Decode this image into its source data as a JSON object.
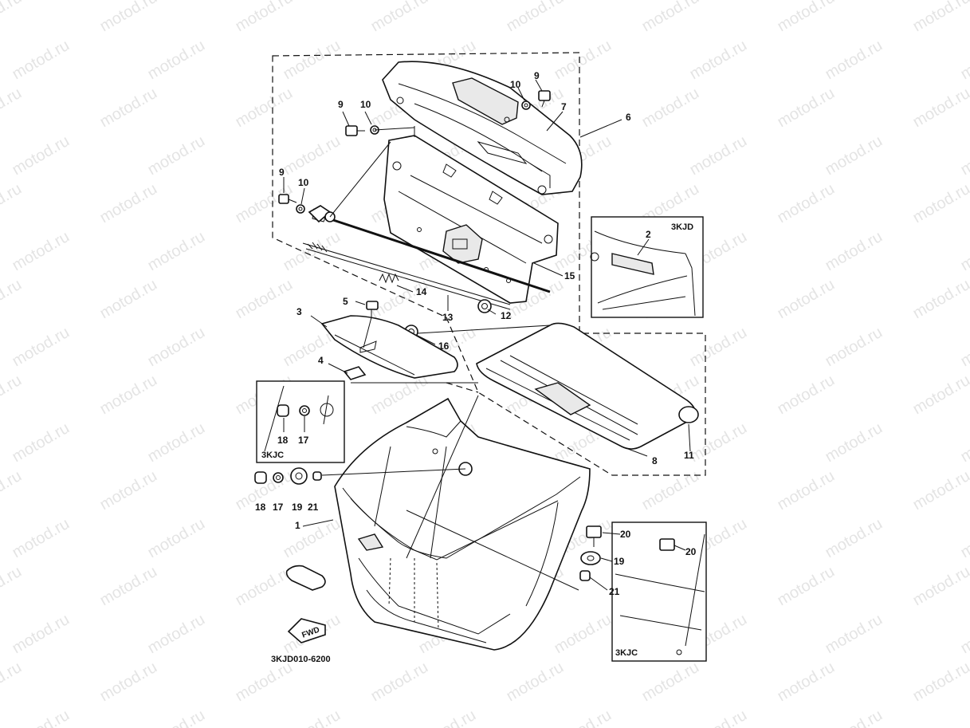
{
  "watermark": "motod.ru",
  "diagram_code": "3KJD010-6200",
  "direction_label": "FWD",
  "variants": {
    "kjd": "3KJD",
    "kjc_left": "3KJC",
    "kjc_right": "3KJC"
  },
  "callouts": [
    "1",
    "2",
    "3",
    "4",
    "5",
    "6",
    "7",
    "8",
    "9",
    "10",
    "11",
    "12",
    "13",
    "14",
    "15",
    "16",
    "17",
    "18",
    "19",
    "20",
    "21"
  ]
}
